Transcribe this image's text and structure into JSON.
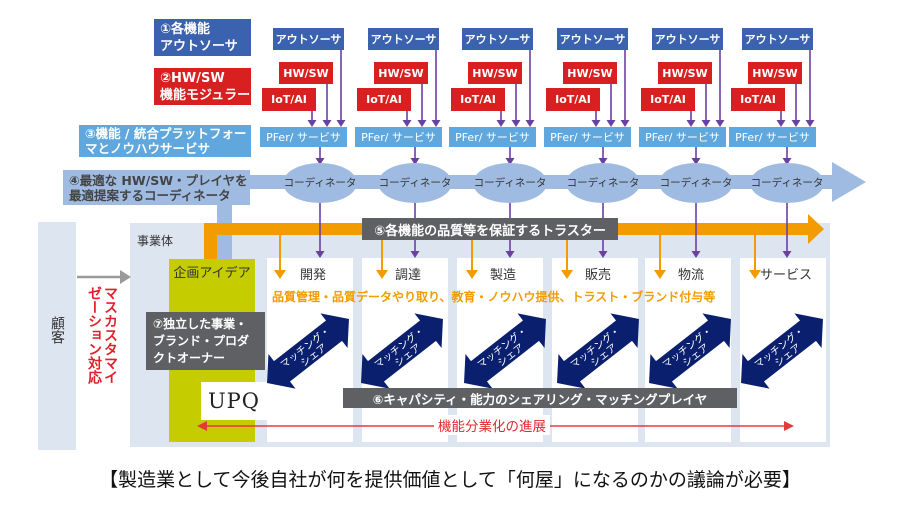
{
  "legend": {
    "outsourcer": [
      "①各機能",
      "アウトソーサ"
    ],
    "modular": [
      "②HW/SW",
      "機能モジュラー"
    ],
    "platform": [
      "③機能 / 統合プラットフォー",
      "マとノウハウサービサ"
    ],
    "coordinator": [
      "④最適な HW/SW・プレイヤを",
      "最適提案するコーディネータ"
    ],
    "trustee": "⑤各機能の品質等を保証するトラスター",
    "sharing": "⑥キャパシティ・能力のシェアリング・マッチングプレイヤ",
    "owner": [
      "⑦独立した事業・",
      "ブランド・プロダ",
      "クトオーナー"
    ]
  },
  "columns": [
    {
      "outsourcer": "アウトソーサ",
      "hwsw": "HW/SW",
      "iotai": "IoT/AI",
      "platform": "PFer/ サービサ",
      "coordinator": "コーディネータ",
      "function": "開発",
      "matching": [
        "マッチング・",
        "シェア"
      ]
    },
    {
      "outsourcer": "アウトソーサ",
      "hwsw": "HW/SW",
      "iotai": "IoT/AI",
      "platform": "PFer/ サービサ",
      "coordinator": "コーディネータ",
      "function": "調達",
      "matching": [
        "マッチング・",
        "シェア"
      ]
    },
    {
      "outsourcer": "アウトソーサ",
      "hwsw": "HW/SW",
      "iotai": "IoT/AI",
      "platform": "PFer/ サービサ",
      "coordinator": "コーディネータ",
      "function": "製造",
      "matching": [
        "マッチング・",
        "シェア"
      ]
    },
    {
      "outsourcer": "アウトソーサ",
      "hwsw": "HW/SW",
      "iotai": "IoT/AI",
      "platform": "PFer/ サービサ",
      "coordinator": "コーディネータ",
      "function": "販売",
      "matching": [
        "マッチング・",
        "シェア"
      ]
    },
    {
      "outsourcer": "アウトソーサ",
      "hwsw": "HW/SW",
      "iotai": "IoT/AI",
      "platform": "PFer/ サービサ",
      "coordinator": "コーディネータ",
      "function": "物流",
      "matching": [
        "マッチング・",
        "シェア"
      ]
    },
    {
      "outsourcer": "アウトソーサ",
      "hwsw": "HW/SW",
      "iotai": "IoT/AI",
      "platform": "PFer/ サービサ",
      "coordinator": "コーディネータ",
      "function": "サービス",
      "matching": [
        "マッチング・",
        "シェア"
      ]
    }
  ],
  "customer": {
    "label": "顧客",
    "mass_customization": [
      "マスカスタマイ",
      "ゼーション対応"
    ]
  },
  "business": {
    "label": "事業体",
    "idea": "企画アイデア",
    "trust_services": "品質管理・品質データやり取り、教育・ノウハウ提供、トラスト・ブランド付与等",
    "logo": "UPQ",
    "division_progress": "機能分業化の進展"
  },
  "caption": "【製造業として今後自社が何を提供価値として「何屋」になるのかの議論が必要】",
  "colors": {
    "outsourcer": "#3b62ae",
    "modular": "#d7201f",
    "platform": "#5fa7dc",
    "coordinator": "#9fbbe2",
    "trustee": "#f39c00",
    "label_gray": "#5f6063",
    "idea": "#c5cc00",
    "matching": "#0b1f6f",
    "connector": "#6b40a0",
    "mass_customization": "#e0202a",
    "panel": "#dde6f0"
  }
}
